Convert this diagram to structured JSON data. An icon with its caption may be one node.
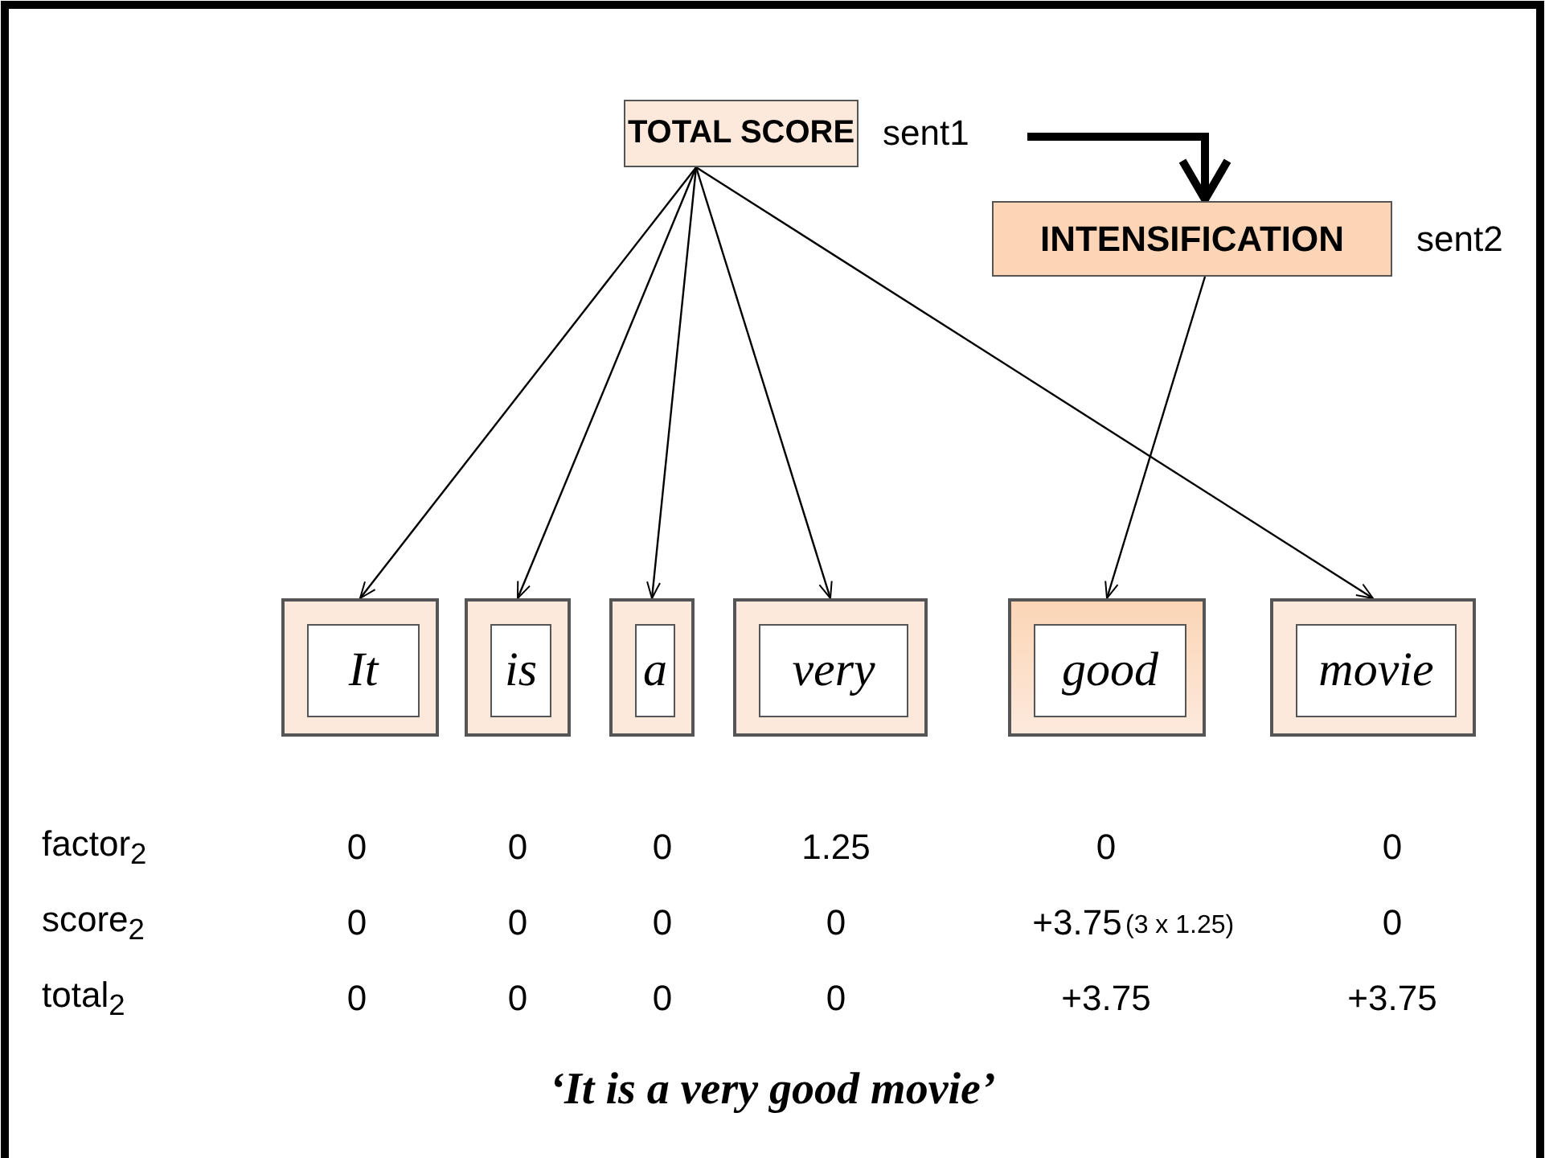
{
  "diagram": {
    "caption": "‘It is a very good movie’",
    "nodes": [
      {
        "text": [
          "TOTAL SCORE"
        ],
        "beside": [
          "sent1"
        ]
      },
      {
        "text": [
          "INTENSIFICATION"
        ],
        "beside": [
          "sent2"
        ]
      },
      {
        "text": [],
        "shape": "box"
      },
      {
        "text": [
          "It"
        ],
        "in": 2
      },
      {
        "text": [],
        "shape": "box"
      },
      {
        "text": [
          "is"
        ],
        "in": 4
      },
      {
        "text": [],
        "shape": "box"
      },
      {
        "text": [
          "a"
        ],
        "in": 6
      },
      {
        "text": [],
        "shape": "box"
      },
      {
        "text": [
          "very"
        ],
        "in": 8
      },
      {
        "text": [],
        "shape": "box"
      },
      {
        "text": [
          "good"
        ],
        "in": 10
      },
      {
        "text": [],
        "shape": "box"
      },
      {
        "text": [
          "movie"
        ],
        "in": 12
      }
    ],
    "edges": [
      {
        "from": 0,
        "to": 1,
        "arrow": "to",
        "style": "thick"
      },
      {
        "from": 0,
        "to": 2,
        "arrow": "to"
      },
      {
        "from": 0,
        "to": 4,
        "arrow": "to"
      },
      {
        "from": 0,
        "to": 6,
        "arrow": "to"
      },
      {
        "from": 0,
        "to": 8,
        "arrow": "to"
      },
      {
        "from": 0,
        "to": 12,
        "arrow": "to"
      },
      {
        "from": 1,
        "to": 10,
        "arrow": "to"
      }
    ],
    "labels": [
      "factor$_{2}$",
      "0",
      "0",
      "0",
      "1.25",
      "0",
      "0",
      "score$_{2}$",
      "0",
      "0",
      "0",
      "0",
      "+3.75",
      "(3 x 1.25)",
      "0",
      "total$_{2}$",
      "0",
      "0",
      "0",
      "0",
      "+3.75",
      "+3.75"
    ]
  }
}
